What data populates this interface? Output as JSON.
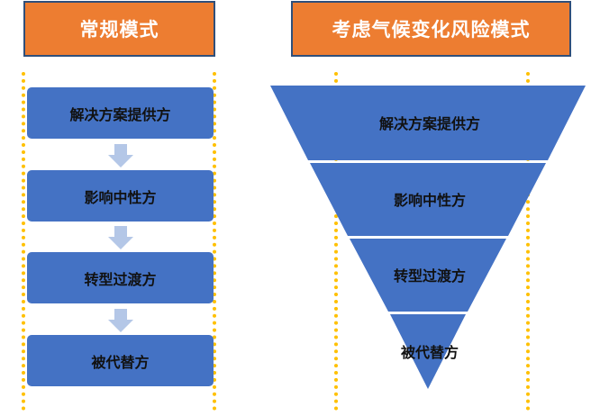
{
  "left_panel": {
    "title": "常规模式",
    "steps": [
      "解决方案提供方",
      "影响中性方",
      "转型过渡方",
      "被代替方"
    ]
  },
  "right_panel": {
    "title": "考虑气候变化风险模式",
    "levels": [
      "解决方案提供方",
      "影响中性方",
      "转型过渡方",
      "被代替方"
    ]
  },
  "colors": {
    "header_fill": "#ed7d31",
    "box_fill": "#4472c4",
    "arrow_fill": "#b4c7e7",
    "dotted_line": "#ffc000"
  }
}
